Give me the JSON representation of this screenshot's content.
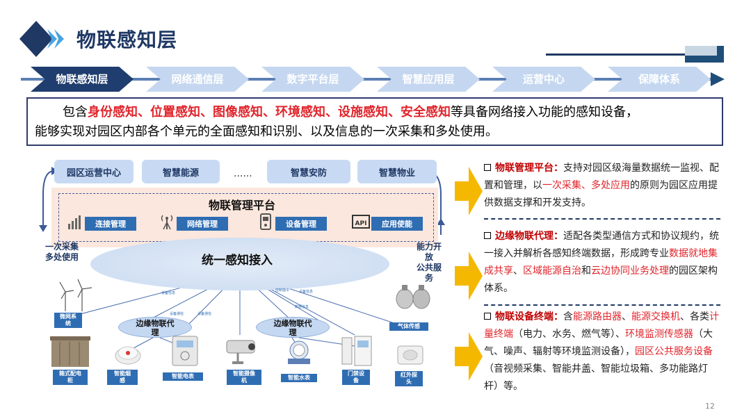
{
  "title": "物联感知层",
  "page_number": "12",
  "nav": [
    {
      "label": "物联感知层",
      "active": true
    },
    {
      "label": "网络通信层",
      "active": false
    },
    {
      "label": "数字平台层",
      "active": false
    },
    {
      "label": "智慧应用层",
      "active": false
    },
    {
      "label": "运营中心",
      "active": false
    },
    {
      "label": "保障体系",
      "active": false
    }
  ],
  "intro": {
    "prefix": "包含",
    "highlight": "身份感知、位置感知、图像感知、环境感知、设施感知、安全感知",
    "suffix": "等具备网络接入功能的感知设备，",
    "line2": "能够实现对园区内部各个单元的全面感知和识别、以及信息的一次采集和多处使用。"
  },
  "diagram": {
    "apps": [
      "园区运营中心",
      "智慧能源",
      "......",
      "智慧安防",
      "智慧物业"
    ],
    "platform_title": "物联管理平台",
    "modules": [
      "连接管理",
      "网络管理",
      "设备管理",
      "应用使能"
    ],
    "left_label": "一次采集\n多处使用",
    "right_label": "能力开\n放\n公共服\n务",
    "access_label": "统一感知接入",
    "edge_proxy": "边缘物联代\n理",
    "devices": [
      "微网系\n统",
      "箱式配电\n柜",
      "智能烟\n感",
      "智能电表",
      "智能摄像\n机",
      "智能水表",
      "门禁设\n备",
      "红外探\n头",
      "气体传感"
    ],
    "tiny_labels": [
      "设备信息",
      "设备信息",
      "设备通信",
      "设备通信",
      "控制指令",
      "设备信息",
      "数据信息"
    ]
  },
  "panels": [
    {
      "head": "物联管理平台：",
      "segments": [
        {
          "t": "支持对园区级海量数据统一监视、配置和管理，以",
          "red": false
        },
        {
          "t": "一次采集、多处应用",
          "red": true
        },
        {
          "t": "的原则为园区应用提供数据支撑和开发支持。",
          "red": false
        }
      ]
    },
    {
      "head": "边缘物联代理：",
      "segments": [
        {
          "t": "适配各类型通信方式和协议规约，统一接入并解析各感知终端数据，形成跨专业",
          "red": false
        },
        {
          "t": "数据就地集成共享",
          "red": true
        },
        {
          "t": "、",
          "red": false
        },
        {
          "t": "区域能源自治",
          "red": true
        },
        {
          "t": "和",
          "red": false
        },
        {
          "t": "云边协同业务处理",
          "red": true
        },
        {
          "t": "的园区架构体系。",
          "red": false
        }
      ]
    },
    {
      "head": "物联设备终端：",
      "segments": [
        {
          "t": "含",
          "red": false
        },
        {
          "t": "能源路由器",
          "red": true
        },
        {
          "t": "、",
          "red": false
        },
        {
          "t": "能源交换机",
          "red": true
        },
        {
          "t": "、各类",
          "red": false
        },
        {
          "t": "计量终端",
          "red": true
        },
        {
          "t": "（电力、水务、燃气等）、",
          "red": false
        },
        {
          "t": "环境监测传感器",
          "red": true
        },
        {
          "t": "（大气、噪声、辐射等环境监测设备），",
          "red": false
        },
        {
          "t": "园区公共服务设备",
          "red": true
        },
        {
          "t": "（音视频采集、智能井盖、智能垃圾箱、多功能路灯杆）等。",
          "red": false
        }
      ]
    }
  ],
  "colors": {
    "navy": "#1f3864",
    "red": "#e0242b",
    "accent": "#2f6db3",
    "arrow": "#f5b800"
  }
}
